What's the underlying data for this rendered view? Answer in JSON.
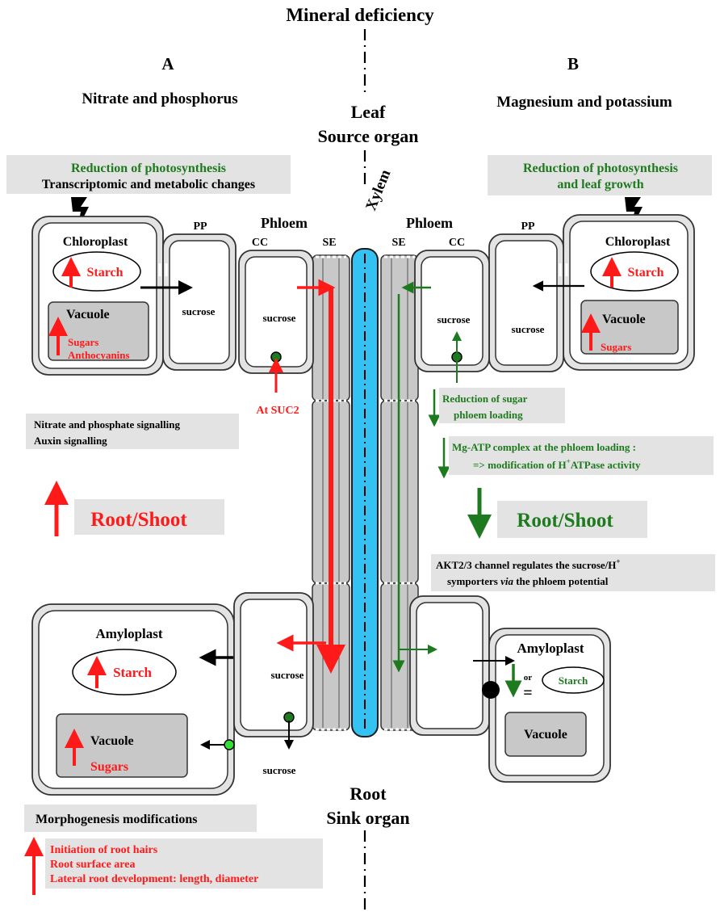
{
  "header": {
    "title": "Mineral deficiency",
    "panel_a_letter": "A",
    "panel_b_letter": "B",
    "panel_a_subtitle": "Nitrate and phosphorus",
    "panel_b_subtitle": "Magnesium and potassium",
    "leaf_line1": "Leaf",
    "leaf_line2": "Source organ",
    "root_line1": "Root",
    "root_line2": "Sink organ",
    "xylem": "Xylem"
  },
  "left": {
    "box_reduction_green": "Reduction",
    "box_reduction_rest": " of photosynthesis",
    "box_transcriptomic_part1": "Transcriptomic",
    "box_transcriptomic_part2": " and metabolic changes",
    "pp": "PP",
    "phloem": "Phloem",
    "cc": "CC",
    "se": "SE",
    "chloroplast": "Chloroplast",
    "starch": "Starch",
    "vacuole": "Vacuole",
    "sugars": "Sugars",
    "anthocyanins": "Anthocyanins",
    "sucrose_pp": "sucrose",
    "sucrose_cc": "sucrose",
    "at_suc2": "At SUC2",
    "signalling_line1": "Nitrate and phosphate signalling",
    "signalling_line2": "Auxin signalling",
    "root_shoot": "Root/Shoot",
    "amyloplast": "Amyloplast",
    "root_starch": "Starch",
    "root_vacuole": "Vacuole",
    "root_sugars": "Sugars",
    "root_sucrose_cc": "sucrose",
    "root_sucrose_out": "sucrose",
    "morphogenesis": "Morphogenesis modifications",
    "morph_line1": "Initiation of root hairs",
    "morph_line2": "Root surface area",
    "morph_line3": "Lateral root development: length, diameter"
  },
  "right": {
    "box_line1": "Reduction of photosynthesis",
    "box_line2": "and leaf growth",
    "phloem": "Phloem",
    "se": "SE",
    "cc": "CC",
    "pp": "PP",
    "chloroplast": "Chloroplast",
    "starch": "Starch",
    "vacuole": "Vacuole",
    "sugars": "Sugars",
    "sucrose_cc": "sucrose",
    "sucrose_pp": "sucrose",
    "reduction_line1": "Reduction of sugar",
    "reduction_line2": "phloem loading",
    "mgatp_line1": "Mg-ATP complex at the phloem loading :",
    "mgatp_line2_pre": "=> modification of H",
    "mgatp_line2_sup": "+",
    "mgatp_line2_post": "ATPase activity",
    "root_shoot": "Root/Shoot",
    "akt_line1_pre": "AKT2/3  channel regulates the sucrose/H",
    "akt_line1_sup": "+",
    "akt_line2_pre": "symporters ",
    "akt_line2_via": "via",
    "akt_line2_post": " the phloem potential",
    "amyloplast": "Amyloplast",
    "or": "or",
    "starch_small": "Starch",
    "root_vacuole": "Vacuole"
  },
  "colors": {
    "red": "#ff1a1a",
    "green": "#1e7a1e",
    "xylem_blue": "#33c2f2",
    "gray_fill": "#c8c8c8",
    "box_gray": "#e3e3e3"
  }
}
